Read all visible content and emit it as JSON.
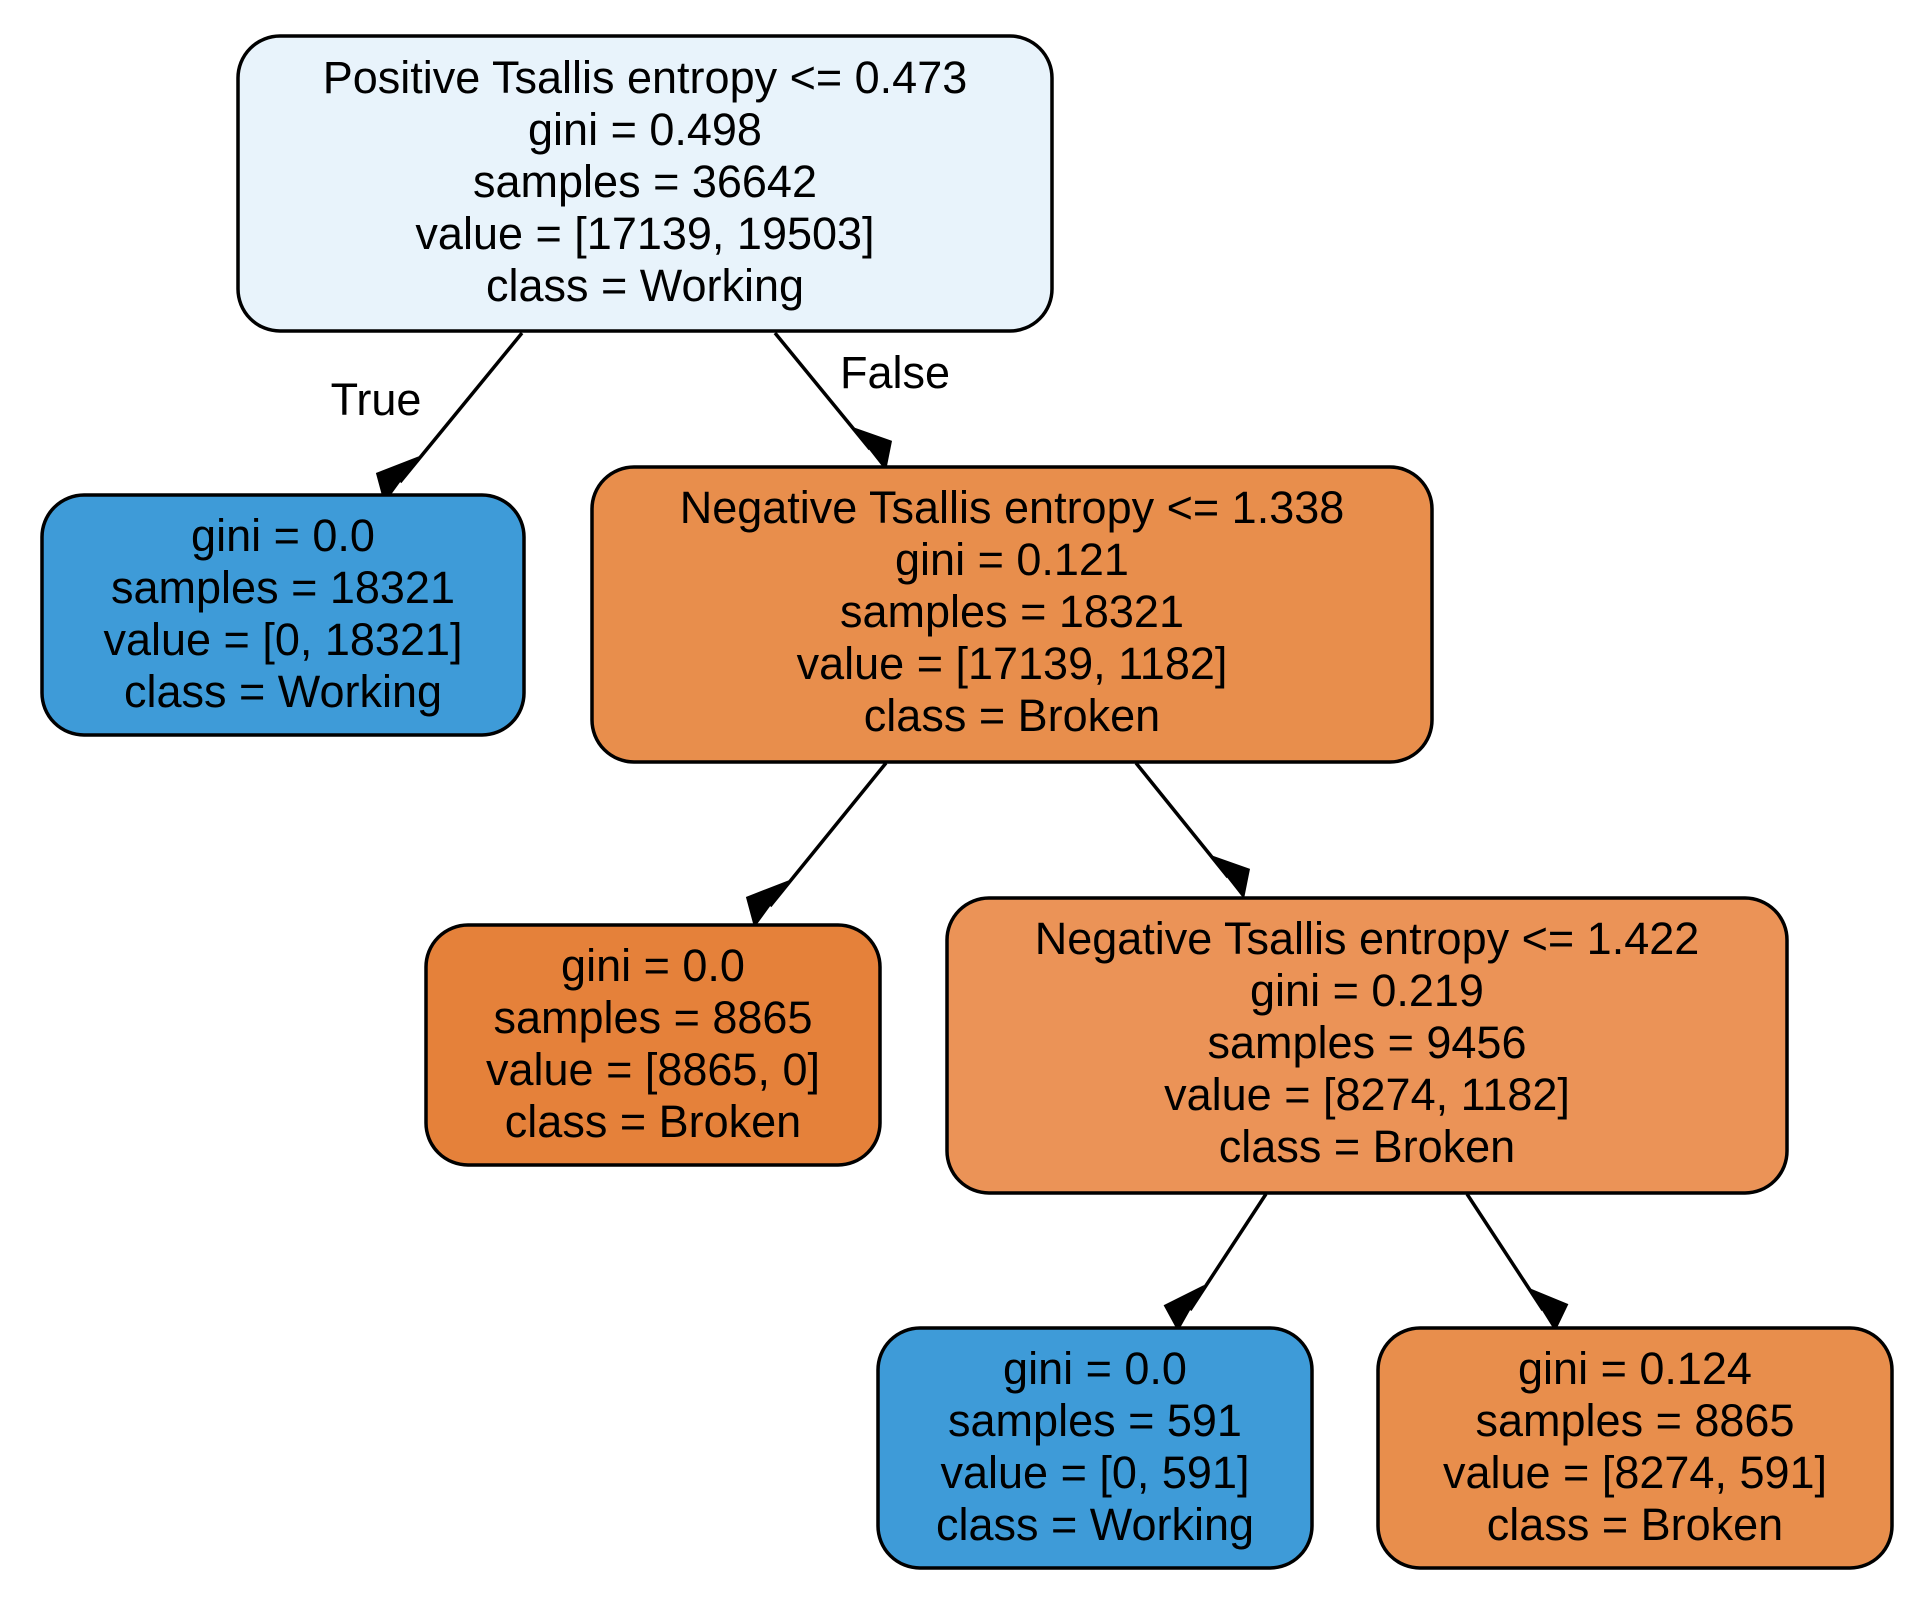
{
  "tree": {
    "nodes": [
      {
        "id": "root",
        "lines": [
          "Positive Tsallis entropy <= 0.473",
          "gini = 0.498",
          "samples = 36642",
          "value = [17139, 19503]",
          "class = Working"
        ],
        "fill": "#e8f3fb"
      },
      {
        "id": "left-leaf",
        "lines": [
          "gini = 0.0",
          "samples = 18321",
          "value = [0, 18321]",
          "class = Working"
        ],
        "fill": "#3e9bd8"
      },
      {
        "id": "split-1",
        "lines": [
          "Negative Tsallis entropy <= 1.338",
          "gini = 0.121",
          "samples = 18321",
          "value = [17139, 1182]",
          "class = Broken"
        ],
        "fill": "#e88e4c"
      },
      {
        "id": "leaf-broken-8865",
        "lines": [
          "gini = 0.0",
          "samples = 8865",
          "value = [8865, 0]",
          "class = Broken"
        ],
        "fill": "#e5813a"
      },
      {
        "id": "split-2",
        "lines": [
          "Negative Tsallis entropy <= 1.422",
          "gini = 0.219",
          "samples = 9456",
          "value = [8274, 1182]",
          "class = Broken"
        ],
        "fill": "#eb9357"
      },
      {
        "id": "leaf-working-591",
        "lines": [
          "gini = 0.0",
          "samples = 591",
          "value = [0, 591]",
          "class = Working"
        ],
        "fill": "#3e9bd8"
      },
      {
        "id": "leaf-broken-8274",
        "lines": [
          "gini = 0.124",
          "samples = 8865",
          "value = [8274, 591]",
          "class = Broken"
        ],
        "fill": "#e88e4c"
      }
    ],
    "edges": [
      {
        "id": "root-to-left",
        "label": "True"
      },
      {
        "id": "root-to-split-1",
        "label": "False"
      },
      {
        "id": "split-1-to-leaf-broken",
        "label": ""
      },
      {
        "id": "split-1-to-split-2",
        "label": ""
      },
      {
        "id": "split-2-to-leaf-working",
        "label": ""
      },
      {
        "id": "split-2-to-leaf-broken",
        "label": ""
      }
    ]
  }
}
